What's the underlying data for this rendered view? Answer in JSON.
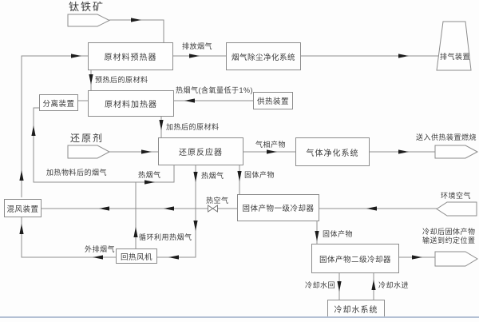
{
  "diagram": {
    "title_inputs": {
      "ilmenite": "钛铁矿",
      "reductant": "还原剂"
    },
    "nodes": {
      "preheater": {
        "label": "原材料预热器"
      },
      "dedusting": {
        "label": "烟气除尘净化系统"
      },
      "exhaust": {
        "label": "排气装置"
      },
      "separator": {
        "label": "分离装置"
      },
      "heater": {
        "label": "原材料加热器"
      },
      "heat_supply": {
        "label": "供热装置"
      },
      "reactor": {
        "label": "还原反应器"
      },
      "gas_purification": {
        "label": "气体净化系统"
      },
      "mixer": {
        "label": "混风装置"
      },
      "cooler1": {
        "label": "固体产物一级冷却器"
      },
      "fan": {
        "label": "回热风机"
      },
      "cooler2": {
        "label": "固体产物二级冷却器"
      },
      "cooling_water": {
        "label": "冷却水系统"
      }
    },
    "terminals": {
      "to_heat_burn": "送入供热装置燃烧",
      "ambient_air": "环境空气",
      "cooled_line1": "冷却后固体产物",
      "cooled_line2": "输送到约定位置"
    },
    "flow_labels": {
      "discharge_flue_gas": "排放烟气",
      "preheated_material": "预热后的原材料",
      "hot_flue_low_oxygen": "热烟气(含氧量低于1%)",
      "heated_material": "加热后的原材料",
      "gas_phase_product": "气相产物",
      "flue_after_heating": "加热物料后的烟气",
      "hot_flue_1": "热烟气",
      "hot_flue_2": "热烟气",
      "solid_product_1": "固体产物",
      "hot_air": "热空气",
      "recycled_hot_flue": "循环利用热烟气",
      "external_flue": "外排烟气",
      "solid_product_2": "固体产物",
      "cooling_water_return": "冷却水回",
      "cooling_water_in": "冷却水进"
    },
    "edges": [
      {
        "from": "钛铁矿",
        "to": "原材料预热器"
      },
      {
        "from": "混风装置",
        "to": "原材料预热器"
      },
      {
        "from": "原材料预热器",
        "to": "烟气除尘净化系统",
        "label": "排放烟气"
      },
      {
        "from": "烟气除尘净化系统",
        "to": "排气装置"
      },
      {
        "from": "原材料预热器",
        "to": "原材料加热器",
        "label": "预热后的原材料"
      },
      {
        "from": "供热装置",
        "to": "原材料加热器",
        "label": "热烟气(含氧量低于1%)"
      },
      {
        "from": "分离装置",
        "to": "原材料加热器"
      },
      {
        "from": "加热物料后的烟气",
        "to": "分离装置",
        "label": "加热物料后的烟气"
      },
      {
        "from": "原材料加热器",
        "to": "还原反应器",
        "label": "加热后的原材料"
      },
      {
        "from": "还原剂",
        "to": "还原反应器"
      },
      {
        "from": "还原反应器",
        "to": "气体净化系统",
        "label": "气相产物"
      },
      {
        "from": "气体净化系统",
        "to": "送入供热装置燃烧"
      },
      {
        "from": "还原反应器",
        "to": "回热风机",
        "label": "热烟气"
      },
      {
        "from": "回热风机",
        "to": "还原反应器",
        "label": "循环利用热烟气 / 热烟气"
      },
      {
        "from": "回热风机",
        "to": "混风装置",
        "label": "外排烟气"
      },
      {
        "from": "固体产物一级冷却器",
        "to": "混风装置",
        "label": "热空气"
      },
      {
        "from": "还原反应器",
        "to": "固体产物一级冷却器",
        "label": "固体产物"
      },
      {
        "from": "环境空气",
        "to": "固体产物一级冷却器"
      },
      {
        "from": "固体产物一级冷却器",
        "to": "固体产物二级冷却器",
        "label": "固体产物"
      },
      {
        "from": "固体产物二级冷却器",
        "to": "冷却后固体产物输送到约定位置"
      },
      {
        "from": "固体产物二级冷却器",
        "to": "冷却水系统",
        "label": "冷却水回"
      },
      {
        "from": "冷却水系统",
        "to": "固体产物二级冷却器",
        "label": "冷却水进"
      }
    ],
    "colors": {
      "line": "#8f8f8f",
      "arrow": "#1d1d1d",
      "text": "#3a3a3a",
      "bottom_rule": "#b3c0d4"
    }
  }
}
